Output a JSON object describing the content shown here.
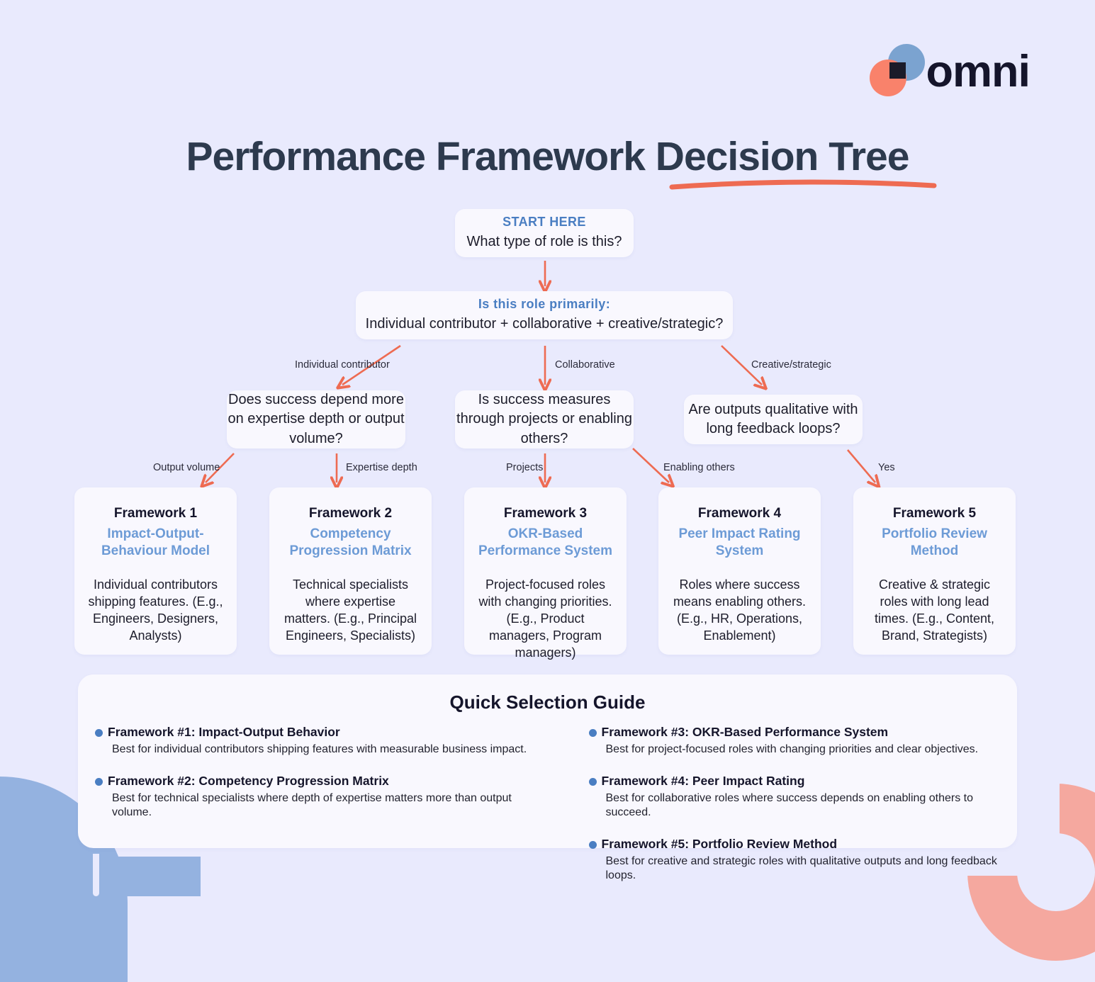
{
  "brand": {
    "name": "omni",
    "colors": {
      "blue": "#7ba3d0",
      "coral": "#f9826b",
      "dark": "#1b1b29"
    }
  },
  "page": {
    "title": "Performance Framework Decision Tree",
    "background": "#e9eafd",
    "accent_arrow": "#ee6b52",
    "accent_blue": "#4a7ec2"
  },
  "flow": {
    "start": {
      "kicker": "START HERE",
      "text": "What type of role is this?"
    },
    "primary": {
      "kicker": "Is this role primarily:",
      "text": "Individual contributor + collaborative + creative/strategic?"
    },
    "questions": [
      {
        "text": "Does success depend more on expertise depth or output volume?"
      },
      {
        "text": "Is success measures through projects or enabling others?"
      },
      {
        "text": "Are outputs qualitative with long feedback loops?"
      }
    ],
    "edge_labels": {
      "level1": [
        "Individual contributor",
        "Collaborative",
        "Creative/strategic"
      ],
      "level2": [
        "Output volume",
        "Expertise depth",
        "Projects",
        "Enabling others",
        "Yes"
      ]
    }
  },
  "frameworks": [
    {
      "title": "Framework 1",
      "subtitle": "Impact-Output-Behaviour Model",
      "body": "Individual contributors shipping features. (E.g., Engineers, Designers, Analysts)"
    },
    {
      "title": "Framework 2",
      "subtitle": "Competency Progression Matrix",
      "body": "Technical specialists where expertise matters. (E.g., Principal Engineers, Specialists)"
    },
    {
      "title": "Framework 3",
      "subtitle": "OKR-Based Performance System",
      "body": "Project-focused roles with changing priorities. (E.g., Product managers, Program managers)"
    },
    {
      "title": "Framework 4",
      "subtitle": "Peer Impact Rating System",
      "body": "Roles where success means enabling others. (E.g., HR, Operations, Enablement)"
    },
    {
      "title": "Framework 5",
      "subtitle": "Portfolio Review Method",
      "body": "Creative & strategic roles with long lead times. (E.g., Content, Brand, Strategists)"
    }
  ],
  "guide": {
    "title": "Quick Selection Guide",
    "left": [
      {
        "head": "Framework #1: Impact-Output Behavior",
        "desc": "Best for individual contributors shipping features with measurable business impact."
      },
      {
        "head": "Framework #2: Competency Progression Matrix",
        "desc": "Best for technical specialists where depth of expertise matters more than output volume."
      }
    ],
    "right": [
      {
        "head": "Framework #3: OKR-Based Performance System",
        "desc": "Best for project-focused roles with changing priorities and clear objectives."
      },
      {
        "head": "Framework #4: Peer Impact Rating",
        "desc": "Best for collaborative roles where success depends on enabling others to succeed."
      },
      {
        "head": "Framework #5: Portfolio Review Method",
        "desc": "Best for creative and strategic roles with qualitative outputs and long feedback loops."
      }
    ]
  }
}
